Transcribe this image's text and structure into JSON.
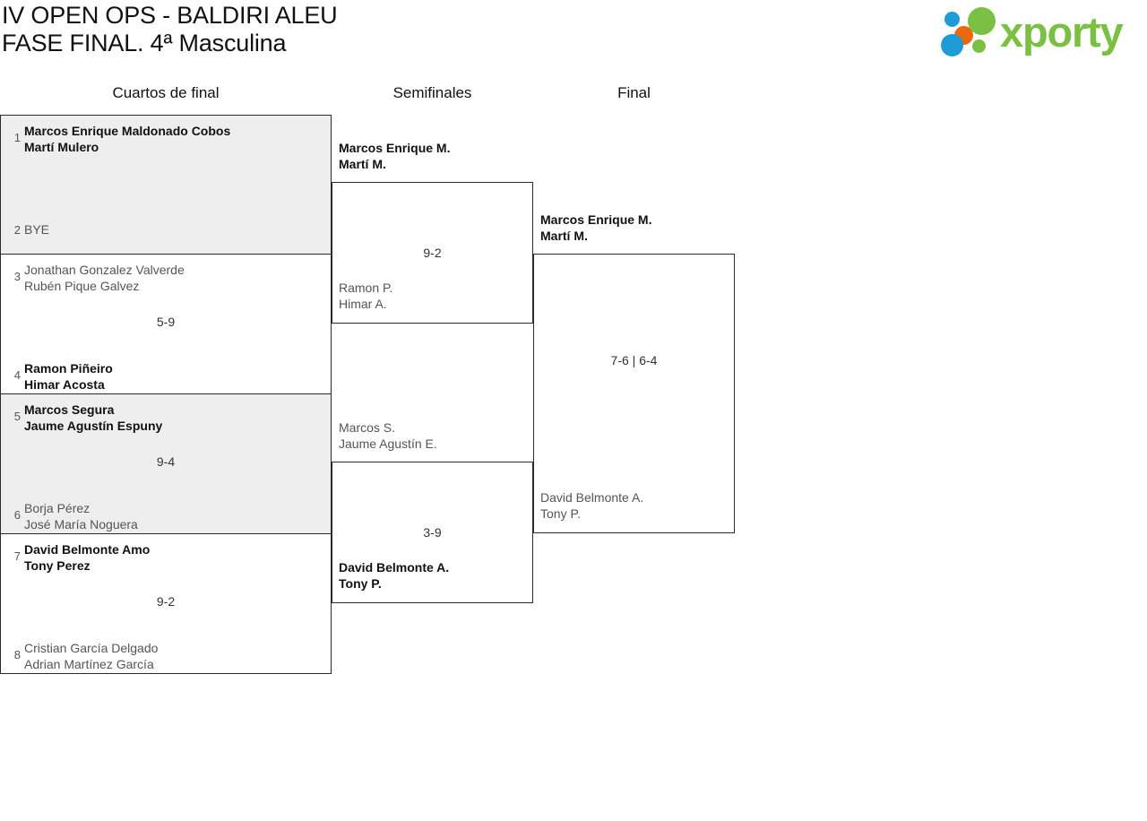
{
  "header": {
    "title_line1": "IV OPEN OPS - BALDIRI ALEU",
    "title_line2": "FASE FINAL. 4ª Masculina",
    "logo_text": "xporty",
    "logo_colors": {
      "green": "#7ac143",
      "blue": "#1e9cd7",
      "orange": "#e8690b"
    }
  },
  "rounds": [
    {
      "key": "quarterfinals",
      "label": "Cuartos de final"
    },
    {
      "key": "semifinals",
      "label": "Semifinales"
    },
    {
      "key": "final",
      "label": "Final"
    }
  ],
  "bracket": {
    "quarterfinals": [
      {
        "score": "",
        "top": {
          "seed": "1",
          "player1": "Marcos Enrique Maldonado Cobos",
          "player2": "Martí Mulero",
          "winner": true
        },
        "bottom": {
          "seed": "2",
          "player1": "BYE",
          "player2": "",
          "winner": false
        }
      },
      {
        "score": "5-9",
        "top": {
          "seed": "3",
          "player1": "Jonathan Gonzalez Valverde",
          "player2": "Rubén Pique Galvez",
          "winner": false
        },
        "bottom": {
          "seed": "4",
          "player1": "Ramon Piñeiro",
          "player2": "Himar Acosta",
          "winner": true
        }
      },
      {
        "score": "9-4",
        "top": {
          "seed": "5",
          "player1": "Marcos Segura",
          "player2": "Jaume Agustín Espuny",
          "winner": true
        },
        "bottom": {
          "seed": "6",
          "player1": "Borja Pérez",
          "player2": "José María Noguera",
          "winner": false
        }
      },
      {
        "score": "9-2",
        "top": {
          "seed": "7",
          "player1": "David Belmonte Amo",
          "player2": "Tony Perez",
          "winner": true
        },
        "bottom": {
          "seed": "8",
          "player1": "Cristian García Delgado",
          "player2": "Adrian Martínez García",
          "winner": false
        }
      }
    ],
    "semifinals": [
      {
        "score": "9-2",
        "top": {
          "player1": "Marcos Enrique M.",
          "player2": "Martí M.",
          "winner": true
        },
        "bottom": {
          "player1": "Ramon P.",
          "player2": "Himar A.",
          "winner": false
        }
      },
      {
        "score": "3-9",
        "top": {
          "player1": "Marcos S.",
          "player2": "Jaume Agustín E.",
          "winner": false
        },
        "bottom": {
          "player1": "David Belmonte A.",
          "player2": "Tony P.",
          "winner": true
        }
      }
    ],
    "final": {
      "score": "7-6 | 6-4",
      "top": {
        "player1": "Marcos Enrique M.",
        "player2": "Martí M.",
        "winner": true
      },
      "bottom": {
        "player1": "David Belmonte A.",
        "player2": "Tony P.",
        "winner": false
      }
    }
  }
}
